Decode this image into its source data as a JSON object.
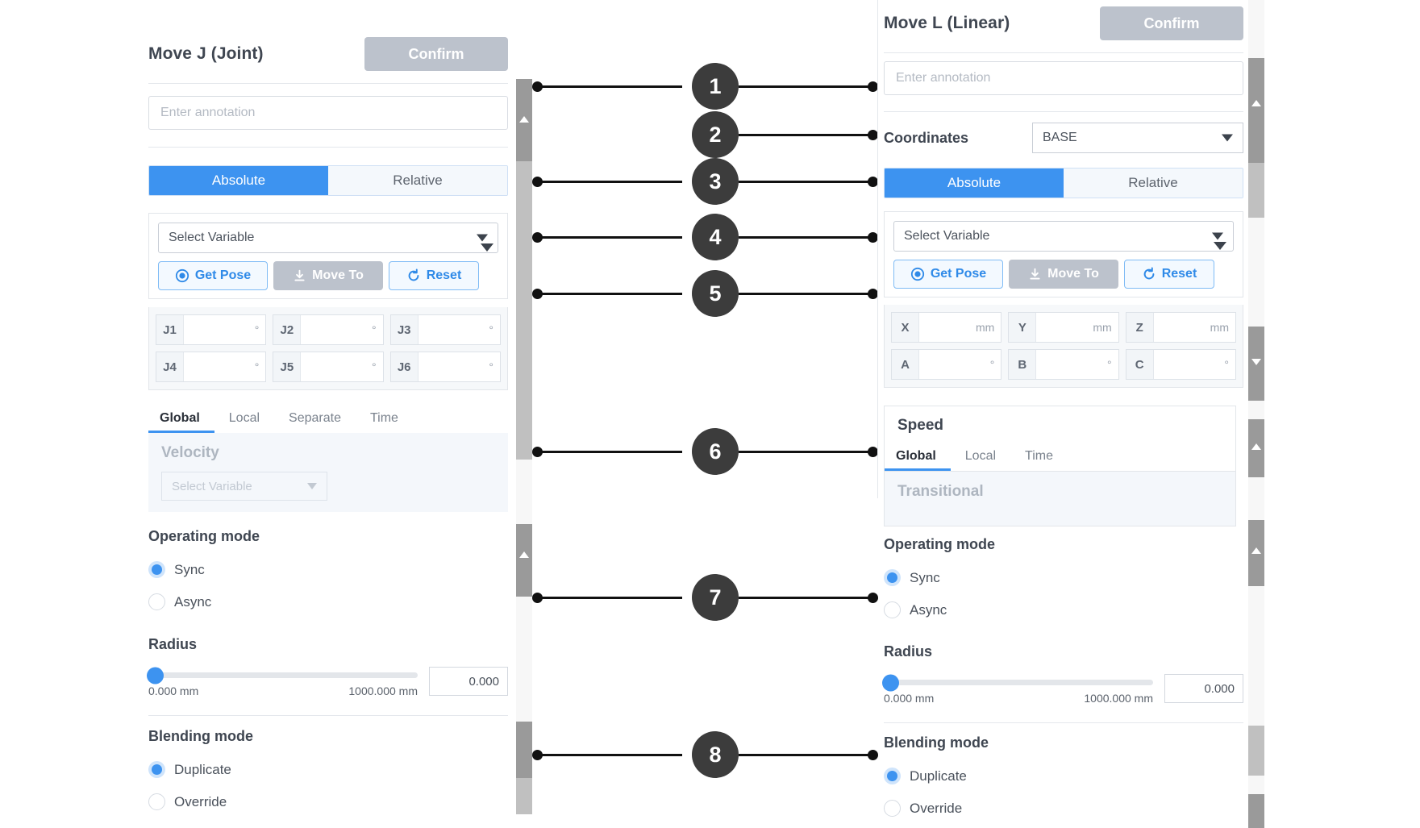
{
  "left_panel": {
    "title": "Move J (Joint)",
    "confirm_label": "Confirm",
    "annotation_placeholder": "Enter annotation",
    "mode_tabs": {
      "absolute": "Absolute",
      "relative": "Relative"
    },
    "variable_select": "Select Variable",
    "buttons": {
      "get_pose": "Get Pose",
      "move_to": "Move To",
      "reset": "Reset"
    },
    "joint_fields": [
      {
        "label": "J1",
        "value": "",
        "unit": "°"
      },
      {
        "label": "J2",
        "value": "",
        "unit": "°"
      },
      {
        "label": "J3",
        "value": "",
        "unit": "°"
      },
      {
        "label": "J4",
        "value": "",
        "unit": "°"
      },
      {
        "label": "J5",
        "value": "",
        "unit": "°"
      },
      {
        "label": "J6",
        "value": "",
        "unit": "°"
      }
    ],
    "speed_tabs": [
      "Global",
      "Local",
      "Separate",
      "Time"
    ],
    "speed_tab_active": "Global",
    "velocity_label": "Velocity",
    "velocity_select": "Select Variable",
    "operating_mode": {
      "label": "Operating mode",
      "options": [
        "Sync",
        "Async"
      ],
      "selected": "Sync"
    },
    "radius": {
      "label": "Radius",
      "min": "0.000 mm",
      "max": "1000.000 mm",
      "value": "0.000"
    },
    "blending_mode": {
      "label": "Blending mode",
      "options": [
        "Duplicate",
        "Override"
      ],
      "selected": "Duplicate"
    }
  },
  "right_panel": {
    "title": "Move L (Linear)",
    "confirm_label": "Confirm",
    "annotation_placeholder": "Enter annotation",
    "coordinates": {
      "label": "Coordinates",
      "value": "BASE"
    },
    "mode_tabs": {
      "absolute": "Absolute",
      "relative": "Relative"
    },
    "variable_select": "Select Variable",
    "buttons": {
      "get_pose": "Get Pose",
      "move_to": "Move To",
      "reset": "Reset"
    },
    "pose_fields": [
      {
        "label": "X",
        "value": "",
        "unit": "mm"
      },
      {
        "label": "Y",
        "value": "",
        "unit": "mm"
      },
      {
        "label": "Z",
        "value": "",
        "unit": "mm"
      },
      {
        "label": "A",
        "value": "",
        "unit": "°"
      },
      {
        "label": "B",
        "value": "",
        "unit": "°"
      },
      {
        "label": "C",
        "value": "",
        "unit": "°"
      }
    ],
    "speed": {
      "title": "Speed",
      "tabs": [
        "Global",
        "Local",
        "Time"
      ],
      "tab_active": "Global",
      "transitional_label": "Transitional"
    },
    "operating_mode": {
      "label": "Operating mode",
      "options": [
        "Sync",
        "Async"
      ],
      "selected": "Sync"
    },
    "radius": {
      "label": "Radius",
      "min": "0.000 mm",
      "max": "1000.000 mm",
      "value": "0.000"
    },
    "blending_mode": {
      "label": "Blending mode",
      "options": [
        "Duplicate",
        "Override"
      ],
      "selected": "Duplicate"
    }
  },
  "connectors": [
    {
      "num": "1"
    },
    {
      "num": "2"
    },
    {
      "num": "3"
    },
    {
      "num": "4"
    },
    {
      "num": "5"
    },
    {
      "num": "6"
    },
    {
      "num": "7"
    },
    {
      "num": "8"
    }
  ],
  "colors": {
    "accent": "#3d93f0",
    "confirm_disabled": "#bcc2cc",
    "marker": "#3c3c3c",
    "text_dark": "#3f4651"
  }
}
